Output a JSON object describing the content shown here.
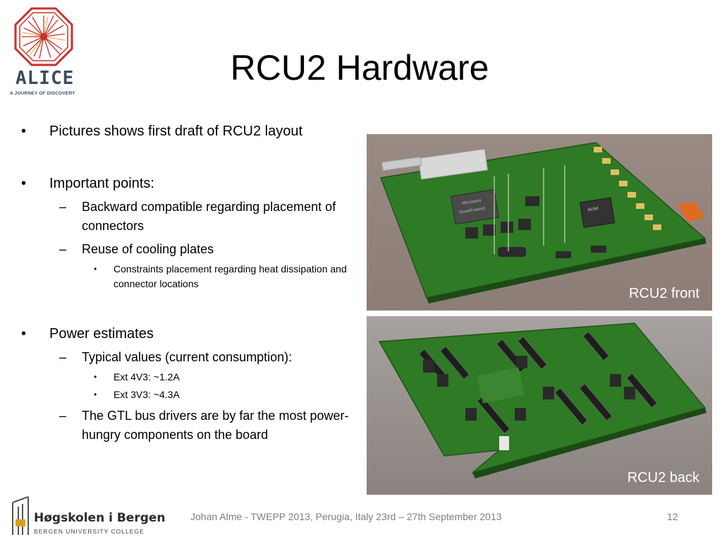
{
  "slide": {
    "title": "RCU2 Hardware",
    "logo": {
      "name": "ALICE",
      "tagline": "A JOURNEY OF DISCOVERY",
      "icon": "alice-starburst-octagon"
    },
    "bullets": {
      "b1": "Pictures shows first draft of RCU2 layout",
      "b2": "Important points:",
      "b2_1": "Backward compatible regarding placement of connectors",
      "b2_2": "Reuse of cooling plates",
      "b2_2_1": "Constraints placement regarding heat dissipation and connector locations",
      "b3": "Power estimates",
      "b3_1": "Typical values (current consumption):",
      "b3_1_1": "Ext 4V3: ~1.2A",
      "b3_1_2": "Ext 3V3: ~4.3A",
      "b3_2": "The GTL bus drivers are by far the most power-hungry components on the board"
    },
    "markers": {
      "level1": "•",
      "level2": "–",
      "level3": "•"
    },
    "images": {
      "front_caption": "RCU2 front",
      "back_caption": "RCU2 back",
      "chip_text_1": "Microsemi",
      "chip_text_2": "SmartFusion2",
      "chip_text_3": "Actel"
    },
    "footer": {
      "institution": "Høgskolen i Bergen",
      "institution_sub": "BERGEN UNIVERSITY COLLEGE",
      "text": "Johan Alme - TWEPP 2013, Perugia, Italy 23rd – 27th September 2013",
      "page_number": "12"
    },
    "colors": {
      "pcb_green": "#2f7a25",
      "logo_red": "#c8302c",
      "logo_text": "#3d4b5c",
      "footer_gray": "#7f7f7f"
    }
  }
}
